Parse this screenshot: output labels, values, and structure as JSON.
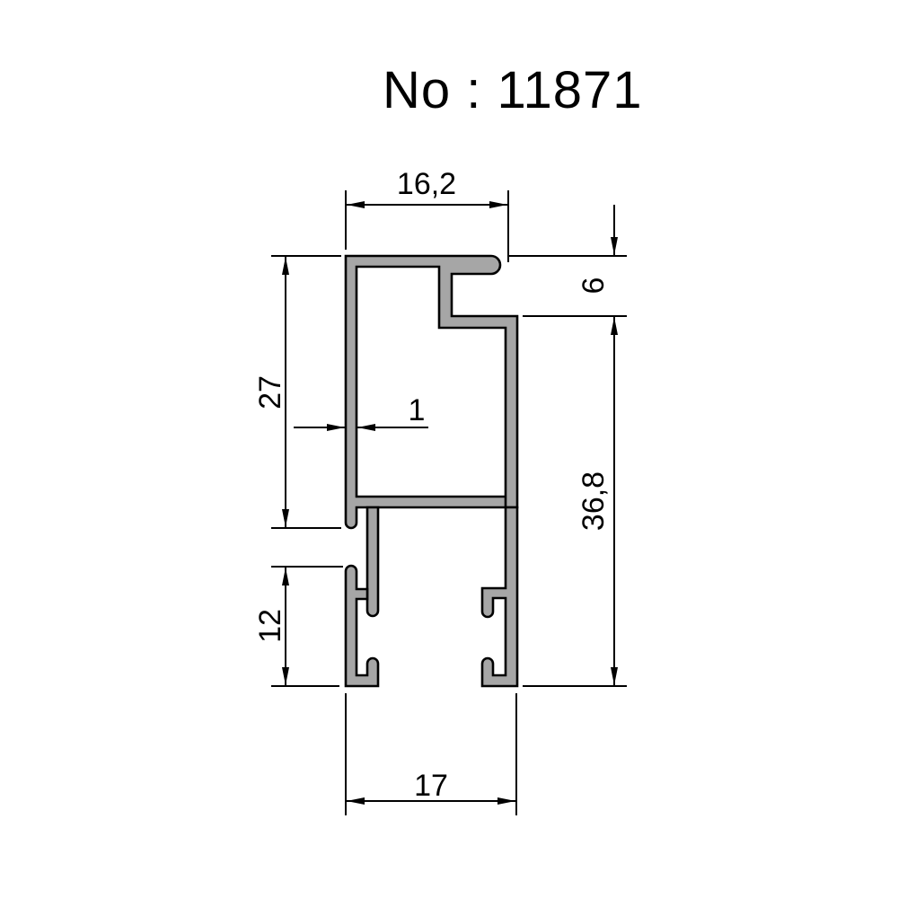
{
  "drawing": {
    "title": "No : 11871",
    "profile_number": "11871",
    "fill_color": "#a6a6a6",
    "line_color": "#000000",
    "background": "#ffffff"
  },
  "dimensions": {
    "top_width": "16,2",
    "bottom_width": "17",
    "top_step_height": "6",
    "right_height": "36,8",
    "left_upper_height": "27",
    "left_lower_height": "12",
    "wall_thickness": "1"
  }
}
